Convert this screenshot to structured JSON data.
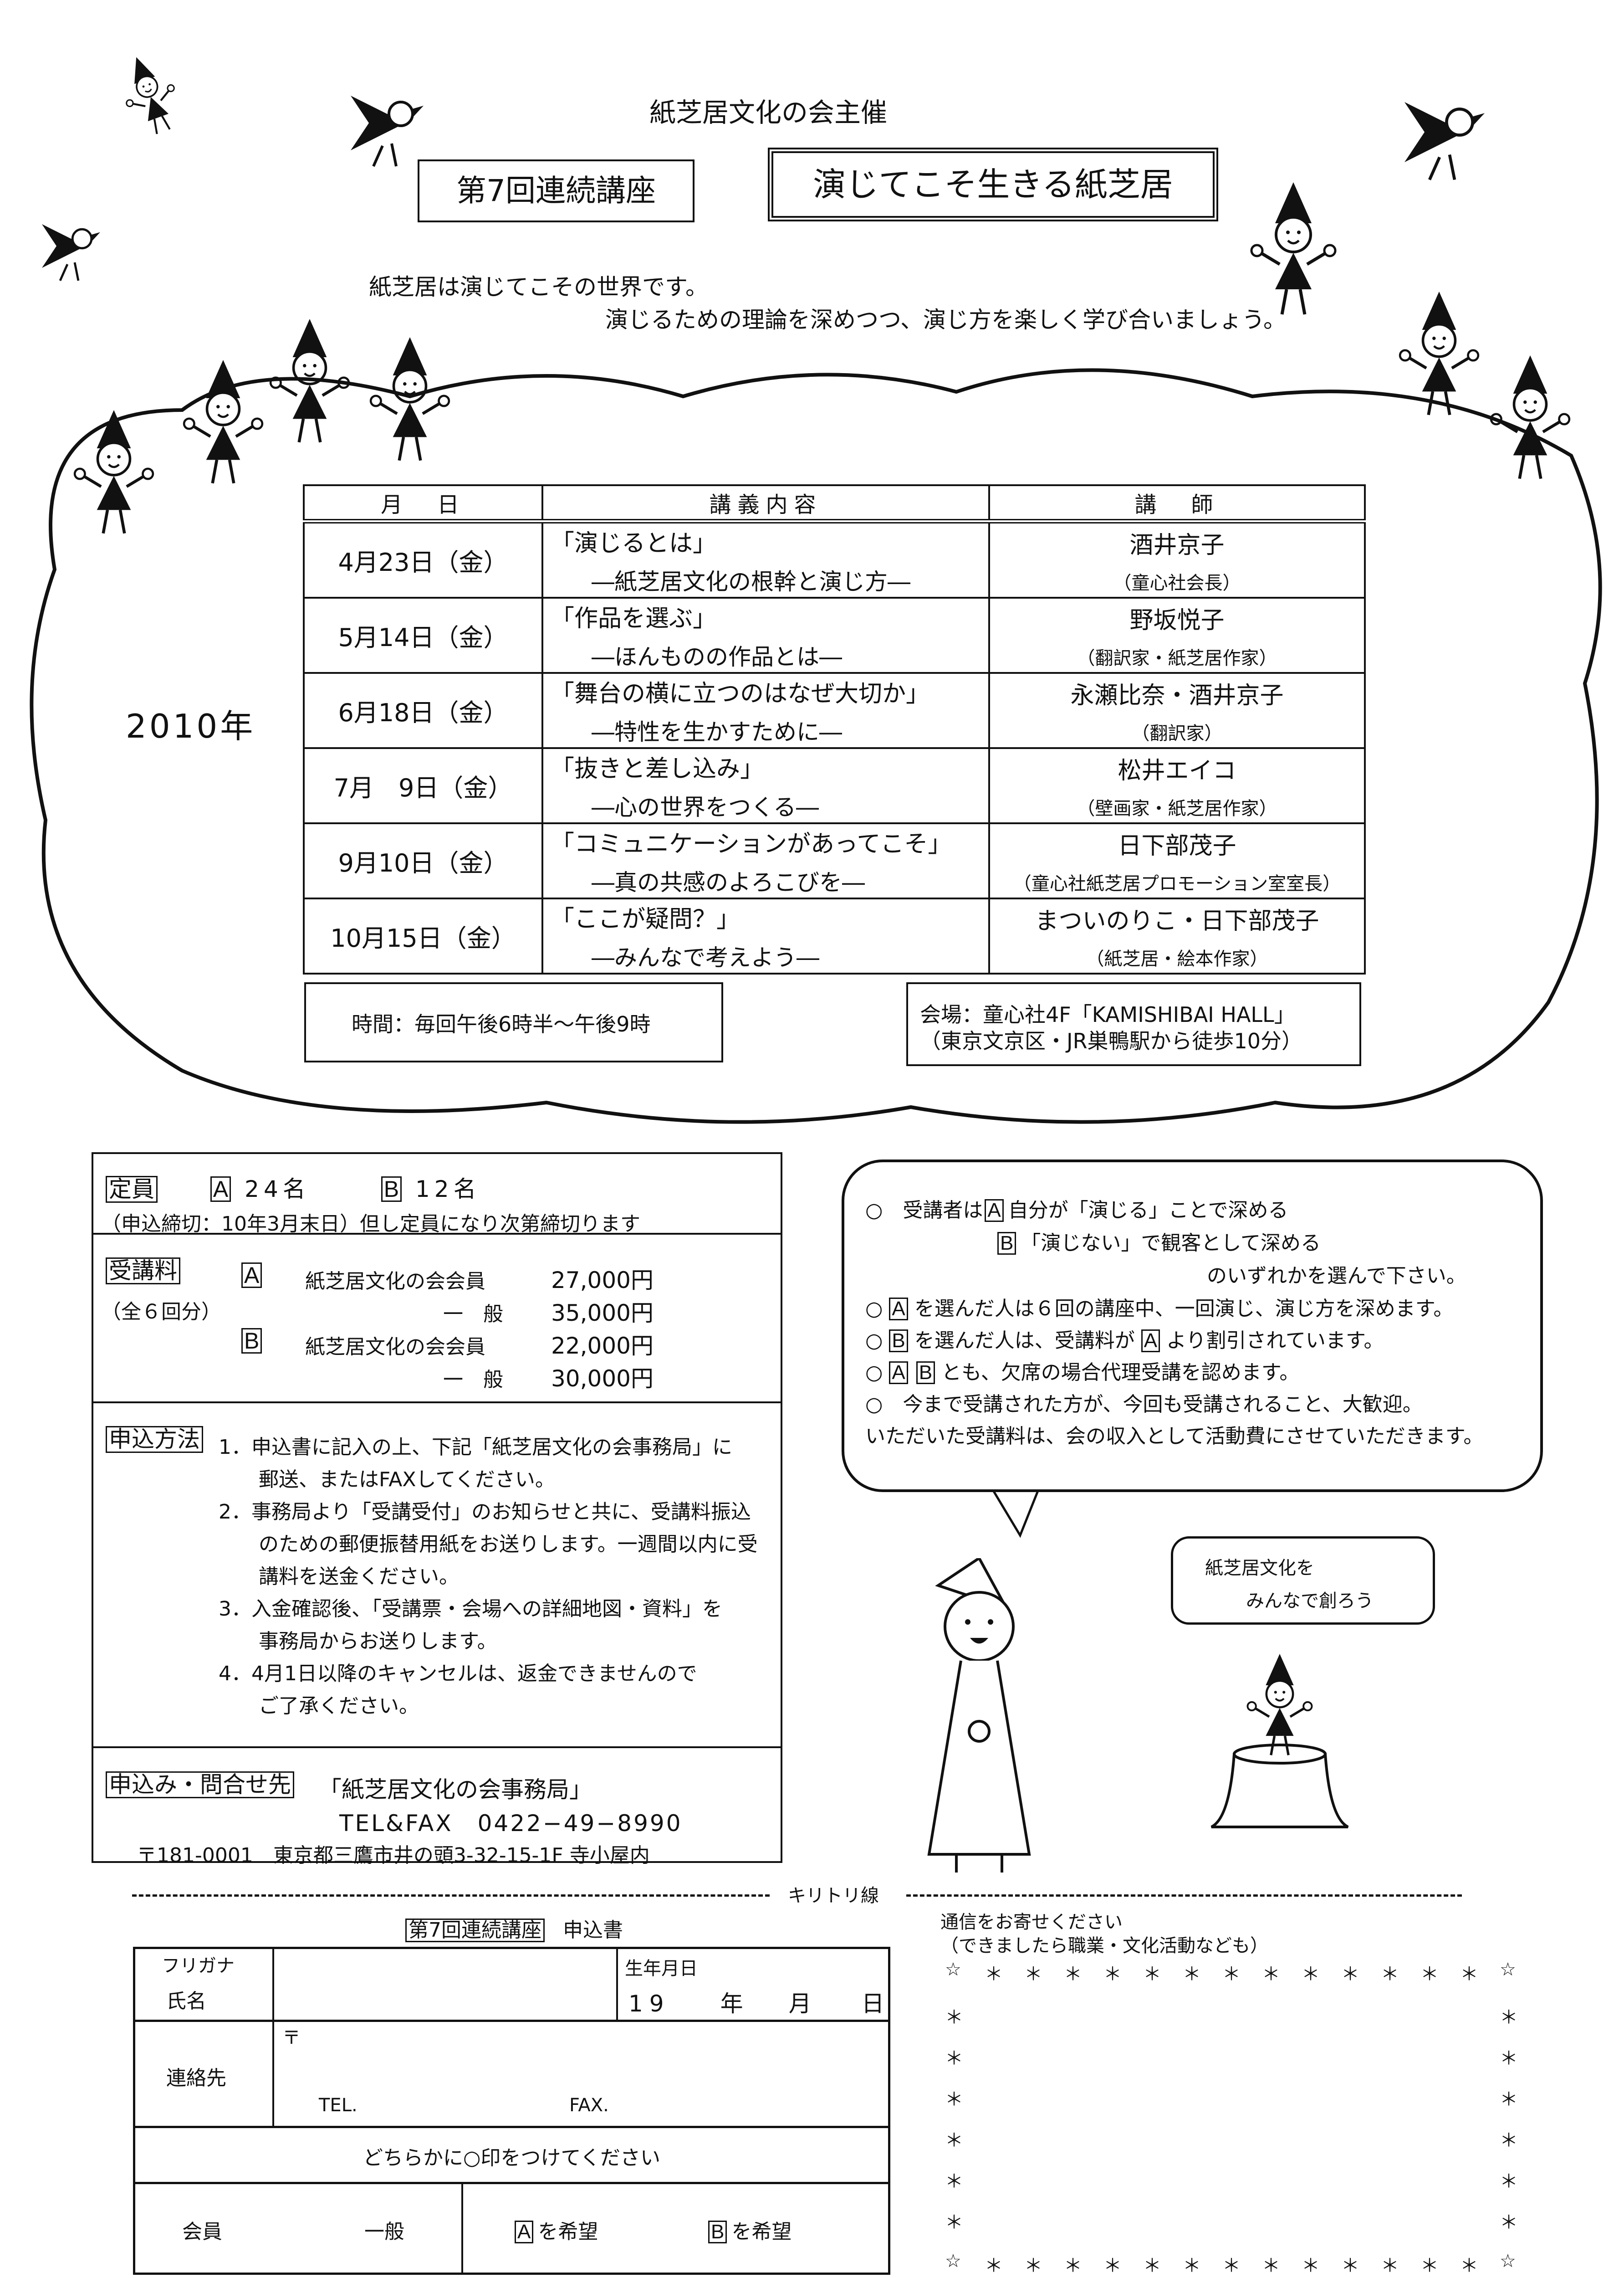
{
  "header": {
    "organizer": "紙芝居文化の会主催",
    "series_label": "第7回連続講座",
    "title": "演じてこそ生きる紙芝居",
    "intro_line1": "紙芝居は演じてこその世界です。",
    "intro_line2": "演じるための理論を深めつつ、演じ方を楽しく学び合いましょう。"
  },
  "schedule": {
    "year": "2010年",
    "headers": [
      "月　日",
      "講義内容",
      "講　師"
    ],
    "rows": [
      {
        "date": "4月23日（金）",
        "topic": "「演じるとは」",
        "subtopic": "―紙芝居文化の根幹と演じ方―",
        "lecturer": "酒井京子",
        "role": "（童心社会長）"
      },
      {
        "date": "5月14日（金）",
        "topic": "「作品を選ぶ」",
        "subtopic": "―ほんものの作品とは―",
        "lecturer": "野坂悦子",
        "role": "（翻訳家・紙芝居作家）"
      },
      {
        "date": "6月18日（金）",
        "topic": "「舞台の横に立つのはなぜ大切か」",
        "subtopic": "―特性を生かすために―",
        "lecturer": "永瀬比奈・酒井京子",
        "role": "（翻訳家）"
      },
      {
        "date": "7月　9日（金）",
        "topic": "「抜きと差し込み」",
        "subtopic": "―心の世界をつくる―",
        "lecturer": "松井エイコ",
        "role": "（壁画家・紙芝居作家）"
      },
      {
        "date": "9月10日（金）",
        "topic": "「コミュニケーションがあってこそ」",
        "subtopic": "―真の共感のよろこびを―",
        "lecturer": "日下部茂子",
        "role": "（童心社紙芝居プロモーション室室長）"
      },
      {
        "date": "10月15日（金）",
        "topic": "「ここが疑問？」",
        "subtopic": "―みんなで考えよう―",
        "lecturer": "まついのりこ・日下部茂子",
        "role": "（紙芝居・絵本作家）"
      }
    ],
    "time": "時間：毎回午後6時半～午後9時",
    "venue_line1": "会場：童心社4F「KAMISHIBAI HALL」",
    "venue_line2": "（東京文京区・JR巣鴨駅から徒歩10分）"
  },
  "info": {
    "capacity_label": "定員",
    "capacity_a": "A",
    "capacity_a_value": "24名",
    "capacity_b": "B",
    "capacity_b_value": "12名",
    "deadline": "（申込締切：10年3月末日）但し定員になり次第締切ります",
    "fee_label": "受講料",
    "fee_note": "（全６回分）",
    "fees": [
      {
        "course": "A",
        "type": "紙芝居文化の会会員",
        "amount": "27,000円"
      },
      {
        "course": "",
        "type": "一　般",
        "amount": "35,000円"
      },
      {
        "course": "B",
        "type": "紙芝居文化の会会員",
        "amount": "22,000円"
      },
      {
        "course": "",
        "type": "一　般",
        "amount": "30,000円"
      }
    ],
    "method_label": "申込方法",
    "method_lines": [
      "1．申込書に記入の上、下記「紙芝居文化の会事務局」に",
      "　　郵送、またはFAXしてください。",
      "2．事務局より「受講受付」のお知らせと共に、受講料振込",
      "　　のための郵便振替用紙をお送りします。一週間以内に受",
      "　　講料を送金ください。",
      "3．入金確認後、「受講票・会場への詳細地図・資料」を",
      "　　事務局からお送りします。",
      "4．4月1日以降のキャンセルは、返金できませんので",
      "　　ご了承ください。"
    ],
    "contact_label": "申込み・問合せ先",
    "contact_org": "「紙芝居文化の会事務局」",
    "contact_tel": "TEL&FAX　0422−49−8990",
    "contact_address": "〒181-0001　東京都三鷹市井の頭3-32-15-1F 寺小屋内"
  },
  "notes": {
    "line1_pre": "○　受講者は",
    "line1_box": "A",
    "line1_post": "自分が「演じる」ことで深める",
    "line2_box": "B",
    "line2_post": "「演じない」で観客として深める",
    "line3": "のいずれかを選んで下さい。",
    "line4_box": "A",
    "line4_post": "を選んだ人は６回の講座中、一回演じ、演じ方を深めます。",
    "line5_box": "B",
    "line5_mid": "を選んだ人は、受講料が",
    "line5_box2": "A",
    "line5_post": "より割引されています。",
    "line6_box": "A",
    "line6_box2": "B",
    "line6_post": "とも、欠席の場合代理受講を認めます。",
    "line7": "○　今まで受講された方が、今回も受講されること、大歓迎。",
    "line8": "いただいた受講料は、会の収入として活動費にさせていただきます。",
    "circle": "○",
    "speech": [
      "紙芝居文化を",
      "みんなで創ろう"
    ]
  },
  "form": {
    "cut_line": "キリトリ線",
    "series_label": "第7回連続講座",
    "title": "申込書",
    "furigana": "フリガナ",
    "name": "氏名",
    "birth_label": "生年月日",
    "birth_year": "19",
    "birth_y": "年",
    "birth_m": "月",
    "birth_d": "日",
    "contact": "連絡先",
    "postal": "〒",
    "tel": "TEL.",
    "fax": "FAX.",
    "instruction": "どちらかに○印をつけてください",
    "member": "会員",
    "general": "一般",
    "choice_a": "A",
    "choice_b": "B",
    "choice_suffix": "を希望",
    "comm_line1": "通信をお寄せください",
    "comm_line2": "（できましたら職業・文化活動なども）"
  }
}
